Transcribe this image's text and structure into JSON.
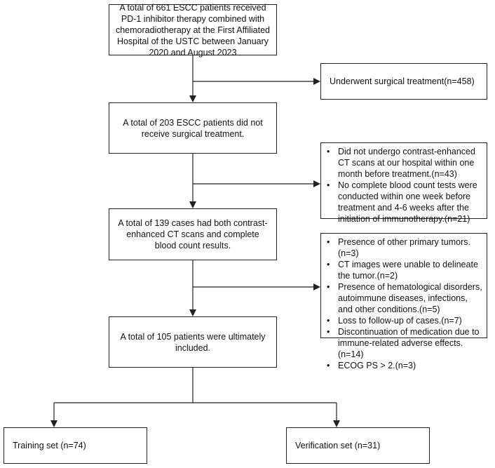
{
  "flowchart": {
    "source_box": "A total of 661 ESCC patients received PD-1 inhibitor therapy combined with chemoradiotherapy at the First Affiliated Hospital of the USTC between January 2020 and August 2023",
    "surgery_box": "Underwent surgical treatment(n=458)",
    "no_surgery_box": "A total of 203 ESCC patients did not receive surgical treatment.",
    "exclusion_1": [
      "Did not undergo contrast-enhanced CT scans at our hospital within one month before treatment.(n=43)",
      "No complete blood count tests were conducted within one week before treatment and 4-6 weeks after the initiation of immunotherapy.(n=21)"
    ],
    "ct_cbc_box": "A total of 139 cases had both contrast-enhanced CT scans and complete blood count results.",
    "exclusion_2": [
      "Presence of other primary tumors.(n=3)",
      "CT images were unable to delineate the tumor.(n=2)",
      "Presence of hematological disorders, autoimmune diseases, infections, and other conditions.(n=5)",
      "Loss to follow-up of cases.(n=7)",
      "Discontinuation of medication due to immune-related adverse effects.(n=14)",
      "ECOG PS > 2.(n=3)"
    ],
    "included_box": "A total of 105 patients were ultimately included.",
    "training_box": "Training set (n=74)",
    "verification_box": "Verification set (n=31)"
  }
}
